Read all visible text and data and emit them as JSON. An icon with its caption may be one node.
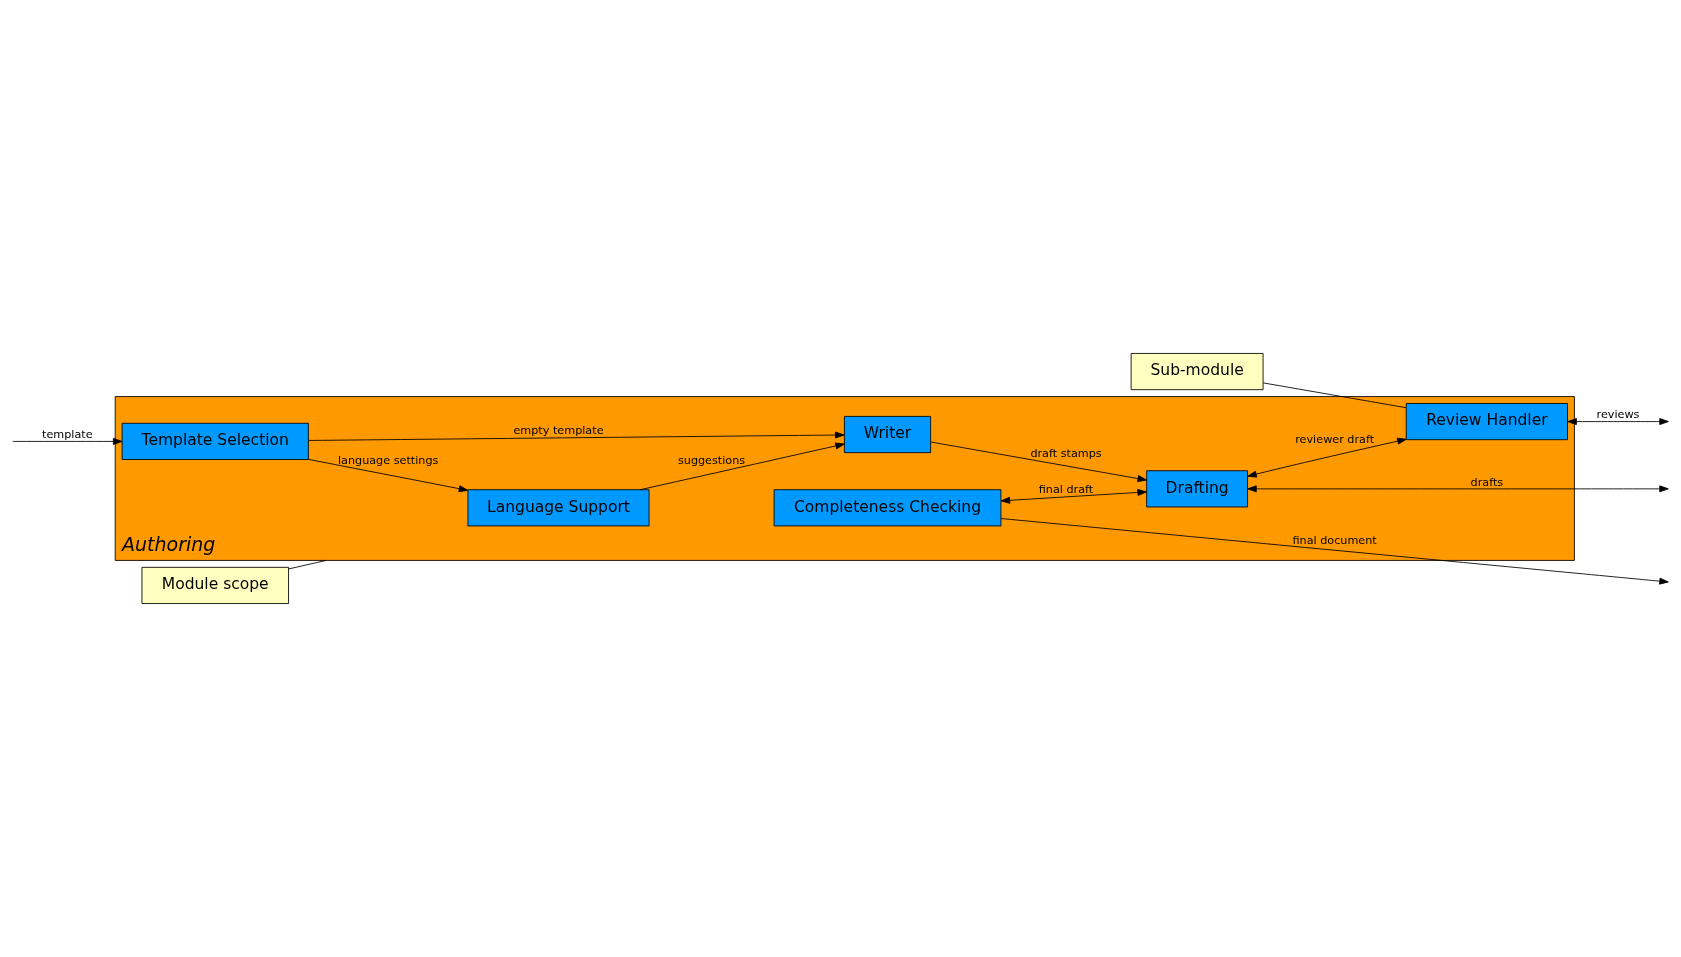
{
  "diagram": {
    "nodes": [
      {
        "text": [
          "Authoring"
        ]
      },
      {
        "text": [
          "Language Support"
        ],
        "in": 0
      },
      {
        "text": [
          "Completeness Checking"
        ],
        "in": 0
      },
      {
        "text": [
          "Writer"
        ],
        "in": 0
      },
      {
        "text": [
          "Drafting"
        ],
        "in": 0
      },
      {
        "text": [
          "Template Selection"
        ],
        "in": 0
      },
      {
        "text": [
          "Review Handler"
        ],
        "in": 0
      },
      {
        "text": [
          "Module scope"
        ]
      },
      {
        "text": [
          "Sub-module"
        ]
      }
    ],
    "edges": [
      {
        "from": null,
        "to": 5,
        "arrow": "to",
        "label": "template"
      },
      {
        "from": 5,
        "to": 1,
        "arrow": "to",
        "label": "language settings"
      },
      {
        "from": 1,
        "to": 3,
        "arrow": "to",
        "label": "suggestions"
      },
      {
        "from": 5,
        "to": 3,
        "arrow": "to",
        "label": "empty template"
      },
      {
        "from": 3,
        "to": 4,
        "arrow": "to",
        "label": "draft stamps"
      },
      {
        "from": 2,
        "to": 4,
        "arrow": "both",
        "label": "final draft"
      },
      {
        "from": 2,
        "to": null,
        "arrow": "to",
        "label": "final document"
      },
      {
        "from": 4,
        "to": null,
        "arrow": "both",
        "label": "drafts"
      },
      {
        "from": 4,
        "to": 6,
        "arrow": "both",
        "label": "reviewer draft"
      },
      {
        "from": 6,
        "to": null,
        "arrow": "both",
        "label": "reviews"
      },
      {
        "from": 7,
        "to": 0,
        "arrow": "none"
      },
      {
        "from": 8,
        "to": 6,
        "arrow": "none"
      }
    ]
  }
}
